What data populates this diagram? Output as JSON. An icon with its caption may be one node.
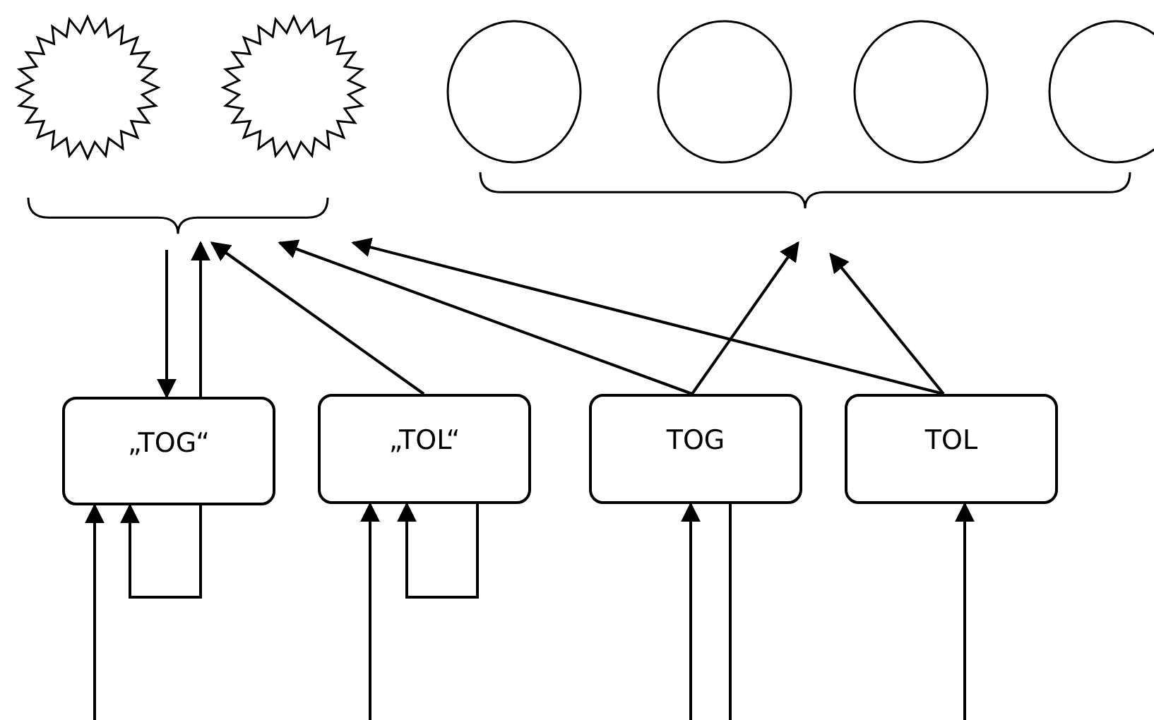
{
  "diagram": {
    "nodes": [
      {
        "text": [],
        "shape": "starburst"
      },
      {
        "text": [],
        "shape": "starburst"
      },
      {
        "text": [],
        "shape": "circle"
      },
      {
        "text": [],
        "shape": "circle"
      },
      {
        "text": [],
        "shape": "circle"
      },
      {
        "text": [],
        "shape": "circle"
      },
      {
        "text": [],
        "shape": "brace"
      },
      {
        "text": [],
        "shape": "brace"
      },
      {
        "text": [
          "„TOG“"
        ]
      },
      {
        "text": [
          "„TOL“"
        ]
      },
      {
        "text": [
          "TOG"
        ]
      },
      {
        "text": [
          "TOL"
        ]
      }
    ],
    "edges": [
      {
        "from": 6,
        "to": 8,
        "arrow": "to"
      },
      {
        "from": 8,
        "to": 6,
        "arrow": "to"
      },
      {
        "from": 9,
        "to": 6,
        "arrow": "to"
      },
      {
        "from": 10,
        "to": 6,
        "arrow": "to"
      },
      {
        "from": 11,
        "to": 6,
        "arrow": "to"
      },
      {
        "from": 10,
        "to": 7,
        "arrow": "to"
      },
      {
        "from": 11,
        "to": 7,
        "arrow": "to"
      },
      {
        "from": null,
        "to": 8,
        "arrow": "to"
      },
      {
        "from": 8,
        "to": 8,
        "arrow": "to"
      },
      {
        "from": null,
        "to": 9,
        "arrow": "to"
      },
      {
        "from": 9,
        "to": 9,
        "arrow": "to"
      },
      {
        "from": null,
        "to": 10,
        "arrow": "to"
      },
      {
        "from": 10,
        "to": null,
        "arrow": "none"
      },
      {
        "from": null,
        "to": 11,
        "arrow": "to"
      }
    ]
  }
}
